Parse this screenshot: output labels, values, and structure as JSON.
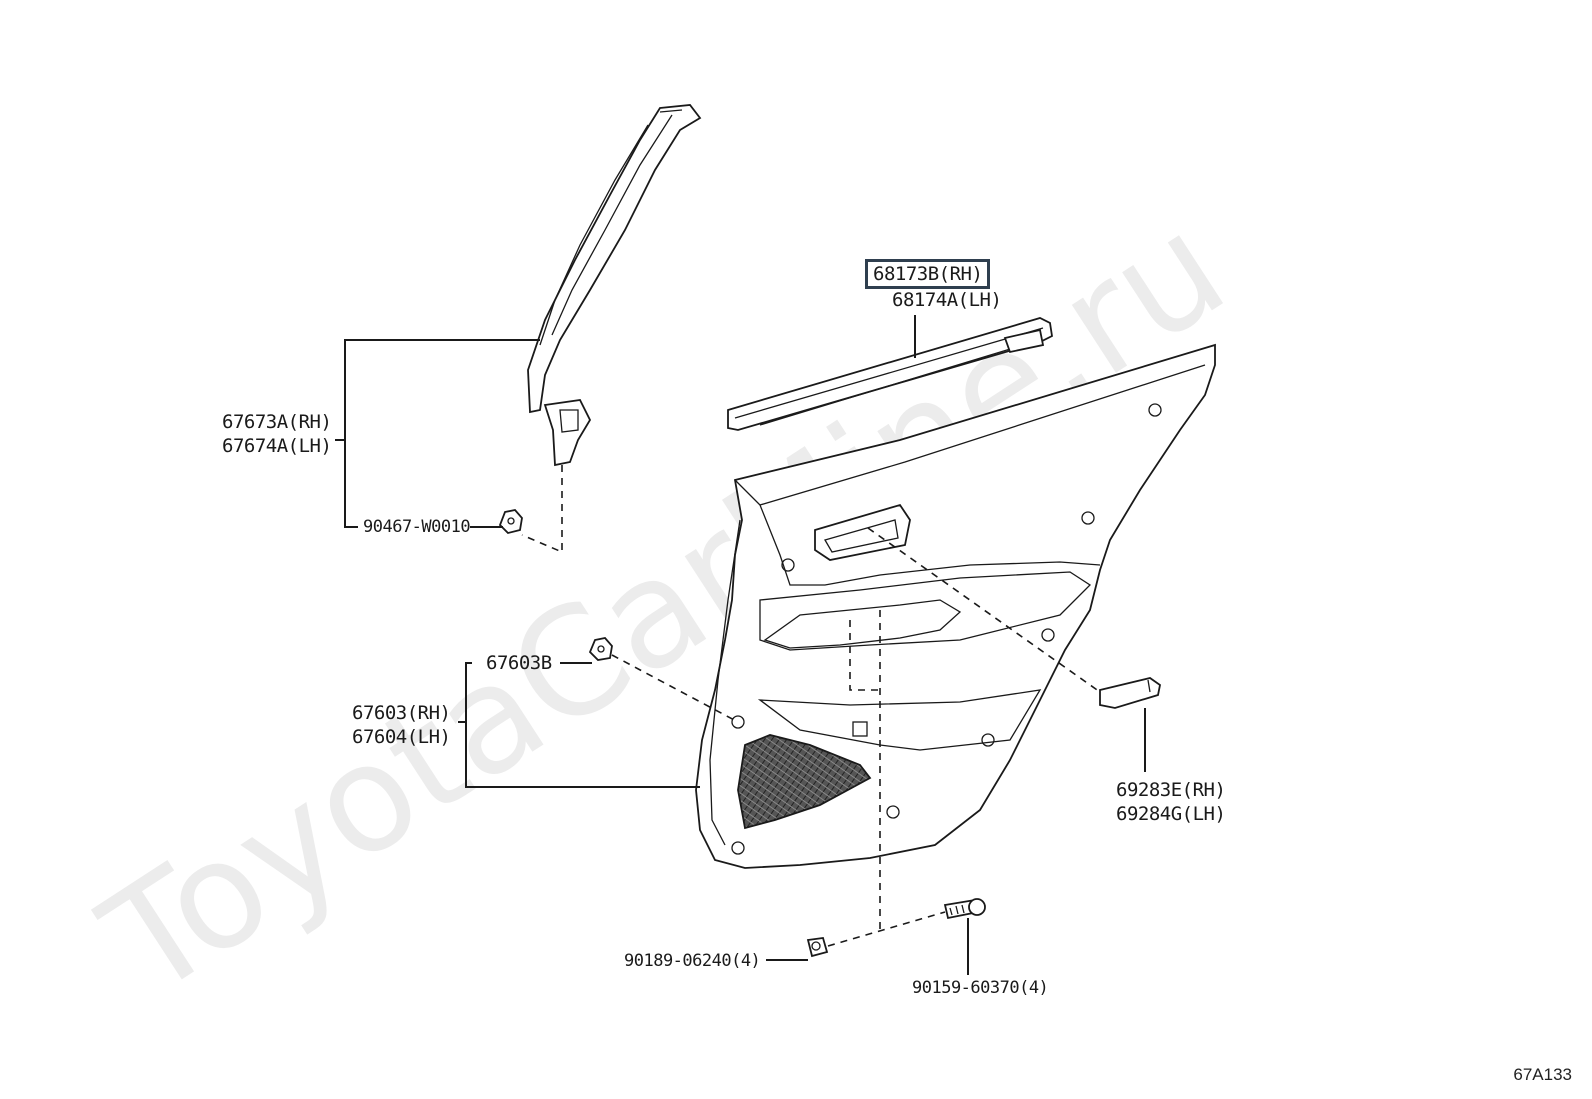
{
  "watermark": {
    "text": "ToyotaCarMine.ru"
  },
  "diagram_code": "67A133",
  "parts": [
    {
      "id": "p1",
      "lines": [
        "67673A(RH)",
        "67674A(LH)"
      ]
    },
    {
      "id": "p2",
      "lines": [
        "90467-W0010"
      ]
    },
    {
      "id": "p3",
      "lines": [
        "68173B(RH)",
        "68174A(LH)"
      ],
      "highlighted": true
    },
    {
      "id": "p4",
      "lines": [
        "67603B"
      ]
    },
    {
      "id": "p5",
      "lines": [
        "67603(RH)",
        "67604(LH)"
      ]
    },
    {
      "id": "p6",
      "lines": [
        "69283E(RH)",
        "69284G(LH)"
      ]
    },
    {
      "id": "p7",
      "lines": [
        "90189-06240(4)"
      ]
    },
    {
      "id": "p8",
      "lines": [
        "90159-60370(4)"
      ]
    }
  ]
}
